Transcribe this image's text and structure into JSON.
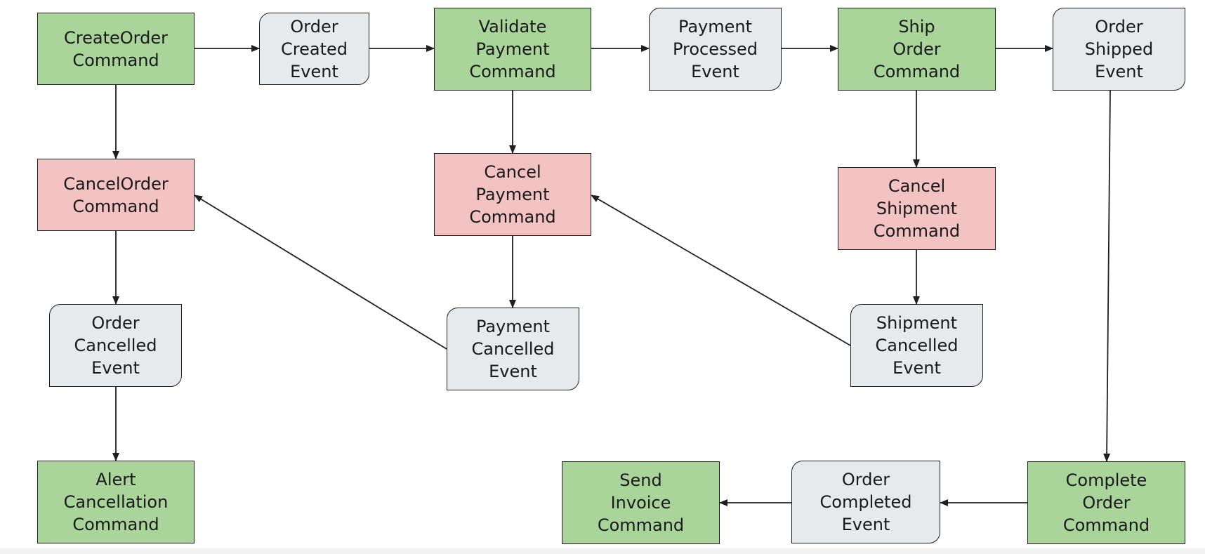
{
  "diagram": {
    "colors": {
      "command": "#a9d49a",
      "cancel_command": "#f3c2c2",
      "event": "#e6eaec",
      "stroke": "#1f1f1f"
    },
    "nodes": [
      {
        "id": "create-order-command",
        "type": "command",
        "label": "CreateOrder\nCommand"
      },
      {
        "id": "order-created-event",
        "type": "event",
        "label": "Order\nCreated\nEvent"
      },
      {
        "id": "validate-payment-command",
        "type": "command",
        "label": "Validate\nPayment\nCommand"
      },
      {
        "id": "payment-processed-event",
        "type": "event",
        "label": "Payment\nProcessed\nEvent"
      },
      {
        "id": "ship-order-command",
        "type": "command",
        "label": "Ship\nOrder\nCommand"
      },
      {
        "id": "order-shipped-event",
        "type": "event",
        "label": "Order\nShipped\nEvent"
      },
      {
        "id": "cancel-order-command",
        "type": "cancel",
        "label": "CancelOrder\nCommand"
      },
      {
        "id": "cancel-payment-command",
        "type": "cancel",
        "label": "Cancel\nPayment\nCommand"
      },
      {
        "id": "cancel-shipment-command",
        "type": "cancel",
        "label": "Cancel\nShipment\nCommand"
      },
      {
        "id": "order-cancelled-event",
        "type": "event",
        "label": "Order\nCancelled\nEvent"
      },
      {
        "id": "payment-cancelled-event",
        "type": "event",
        "label": "Payment\nCancelled\nEvent"
      },
      {
        "id": "shipment-cancelled-event",
        "type": "event",
        "label": "Shipment\nCancelled\nEvent"
      },
      {
        "id": "alert-cancellation-command",
        "type": "command",
        "label": "Alert\nCancellation\nCommand"
      },
      {
        "id": "send-invoice-command",
        "type": "command",
        "label": "Send\nInvoice\nCommand"
      },
      {
        "id": "order-completed-event",
        "type": "event",
        "label": "Order\nCompleted\nEvent"
      },
      {
        "id": "complete-order-command",
        "type": "command",
        "label": "Complete\nOrder\nCommand"
      }
    ],
    "edges": [
      {
        "from": "create-order-command",
        "to": "order-created-event"
      },
      {
        "from": "order-created-event",
        "to": "validate-payment-command"
      },
      {
        "from": "validate-payment-command",
        "to": "payment-processed-event"
      },
      {
        "from": "payment-processed-event",
        "to": "ship-order-command"
      },
      {
        "from": "ship-order-command",
        "to": "order-shipped-event"
      },
      {
        "from": "create-order-command",
        "to": "cancel-order-command"
      },
      {
        "from": "validate-payment-command",
        "to": "cancel-payment-command"
      },
      {
        "from": "ship-order-command",
        "to": "cancel-shipment-command"
      },
      {
        "from": "cancel-order-command",
        "to": "order-cancelled-event"
      },
      {
        "from": "cancel-payment-command",
        "to": "payment-cancelled-event"
      },
      {
        "from": "cancel-shipment-command",
        "to": "shipment-cancelled-event"
      },
      {
        "from": "order-cancelled-event",
        "to": "alert-cancellation-command"
      },
      {
        "from": "payment-cancelled-event",
        "to": "cancel-order-command"
      },
      {
        "from": "shipment-cancelled-event",
        "to": "cancel-payment-command"
      },
      {
        "from": "order-shipped-event",
        "to": "complete-order-command"
      },
      {
        "from": "complete-order-command",
        "to": "order-completed-event"
      },
      {
        "from": "order-completed-event",
        "to": "send-invoice-command"
      }
    ]
  }
}
